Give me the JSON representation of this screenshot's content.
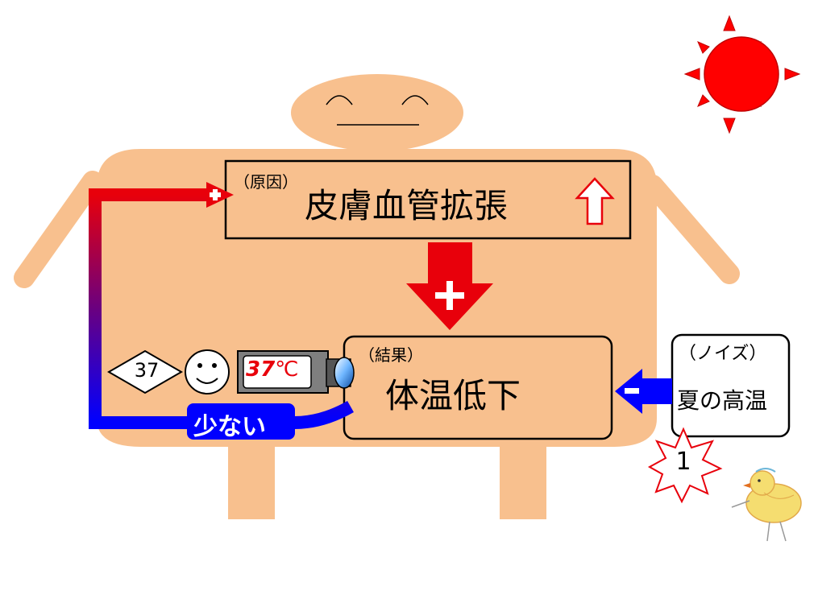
{
  "cause": {
    "tag": "（原因）",
    "title": "皮膚血管拡張"
  },
  "result": {
    "tag": "（結果）",
    "title": "体温低下"
  },
  "noise": {
    "tag": "（ノイズ）",
    "title": "夏の高温"
  },
  "feedback": {
    "label": "少ない"
  },
  "setpoint": {
    "value": "37"
  },
  "thermometer": {
    "value": "37",
    "unit": "℃"
  },
  "noise_count": {
    "value": "1"
  },
  "signs": {
    "cause_to_result": "+",
    "feedback_to_cause": "+",
    "noise_to_result": "−"
  },
  "colors": {
    "body": "#f8c08e",
    "positive": "#e8000b",
    "negative": "#0000ff",
    "sun": "#ff0000"
  },
  "icons": [
    "sun-icon",
    "smiley-face-icon",
    "camera-icon",
    "chick-drawing",
    "up-arrow-icon",
    "burst-star-icon"
  ]
}
